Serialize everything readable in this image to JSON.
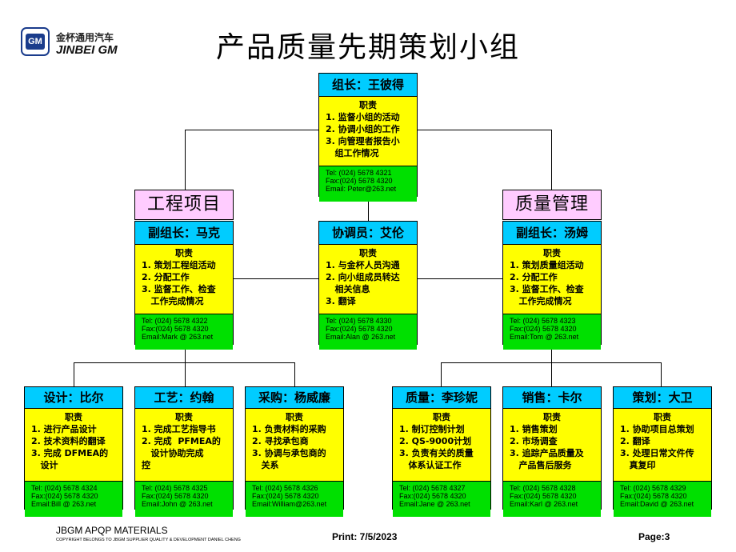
{
  "logo": {
    "badge": "GM",
    "cn": "金杯通用汽车",
    "en": "JINBEI GM"
  },
  "title": "产品质量先期策划小组",
  "departments": {
    "engineering": "工程项目",
    "quality": "质量管理"
  },
  "boxes": {
    "leader": {
      "header": "组长：王彼得",
      "duties_title": "职责",
      "duties": [
        "1. 监督小组的活动",
        "2. 协调小组的工作",
        "3. 向管理者报告小",
        "   组工作情况"
      ],
      "contact": [
        "Tel: (024) 5678 4321",
        "Fax:(024) 5678 4320",
        "Email: Peter@263.net"
      ]
    },
    "deputy_left": {
      "header": "副组长：马克",
      "duties_title": "职责",
      "duties": [
        "1. 策划工程组活动",
        "2. 分配工作",
        "3. 监督工作、检查",
        "   工作完成情况"
      ],
      "contact": [
        "Tel: (024) 5678 4322",
        "Fax:(024) 5678 4320",
        "Email:Mark @ 263.net"
      ]
    },
    "coordinator": {
      "header": "协调员：艾伦",
      "duties_title": "职责",
      "duties": [
        "1. 与金杯人员沟通",
        "2. 向小组成员转达",
        "   相关信息",
        "3. 翻译"
      ],
      "contact": [
        "Tel: (024) 5678 4330",
        "Fax:(024) 5678 4320",
        "Email:Alan @ 263.net"
      ]
    },
    "deputy_right": {
      "header": "副组长：汤姆",
      "duties_title": "职责",
      "duties": [
        "1. 策划质量组活动",
        "2. 分配工作",
        "3. 监督工作、检查",
        "   工作完成情况"
      ],
      "contact": [
        "Tel: (024) 5678 4323",
        "Fax:(024) 5678 4320",
        "Email:Tom @ 263.net"
      ]
    },
    "design": {
      "header": "设计：比尔",
      "duties_title": "职责",
      "duties": [
        "1. 进行产品设计",
        "2. 技术资料的翻译",
        "3. 完成 DFMEA的",
        "   设计"
      ],
      "contact": [
        "Tel: (024) 5678 4324",
        "Fax:(024) 5678 4320",
        "Email:Bill @ 263.net"
      ]
    },
    "process": {
      "header": "工艺：约翰",
      "duties_title": "职责",
      "duties": [
        "1. 完成工艺指导书",
        "2. 完成  PFMEA的",
        "   设计协助完成",
        "控"
      ],
      "contact": [
        "Tel: (024) 5678 4325",
        "Fax:(024) 5678 4320",
        "Email:John @ 263.net"
      ]
    },
    "purchasing": {
      "header": "采购：杨威廉",
      "duties_title": "职责",
      "duties": [
        "1. 负责材料的采购",
        "2. 寻找承包商",
        "3. 协调与承包商的",
        "   关系"
      ],
      "contact": [
        "Tel: (024) 5678 4326",
        "Fax:(024) 5678 4320",
        "Email:William@263.net"
      ]
    },
    "quality": {
      "header": "质量：李珍妮",
      "duties_title": "职责",
      "duties": [
        "1. 制订控制计划",
        "2. QS-9000计划",
        "3. 负责有关的质量",
        "   体系认证工作"
      ],
      "contact": [
        "Tel: (024) 5678 4327",
        "Fax:(024) 5678 4320",
        "Email:Jane @ 263.net"
      ]
    },
    "sales": {
      "header": "销售：卡尔",
      "duties_title": "职责",
      "duties": [
        "1. 销售策划",
        "2. 市场调查",
        "3. 追踪产品质量及",
        "   产品售后服务"
      ],
      "contact": [
        "Tel: (024) 5678 4328",
        "Fax:(024) 5678 4320",
        "Email:Karl @ 263.net"
      ]
    },
    "planning": {
      "header": "策划：大卫",
      "duties_title": "职责",
      "duties": [
        "1. 协助项目总策划",
        "2. 翻译",
        "3. 处理日常文件传",
        "   真复印"
      ],
      "contact": [
        "Tel: (024) 5678 4329",
        "Fax:(024) 5678 4320",
        "Email:David @ 263.net"
      ]
    }
  },
  "footer": {
    "materials": "JBGM APQP MATERIALS",
    "copyright": "COPYRIGHT  BELONGS TO JBGM SUPPLIER QUALITY & DEVELOPMENT  DANIEL  CHENG",
    "print": "Print: 7/5/2023",
    "page": "Page:3"
  }
}
